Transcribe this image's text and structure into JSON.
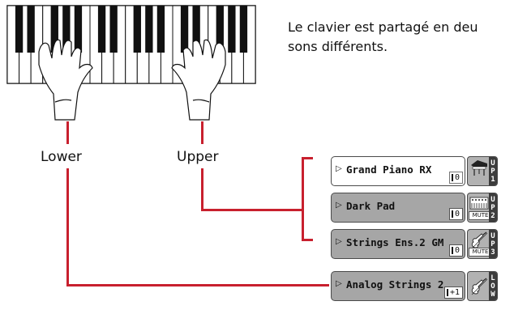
{
  "caption": {
    "line1": "Le clavier est partagé en deu",
    "line2": "sons différents."
  },
  "labels": {
    "lower": "Lower",
    "upper": "Upper"
  },
  "colors": {
    "connector": "#c8202e",
    "track_selected": "#ffffff",
    "track_normal": "#a6a6a6",
    "track_label_bg": "#3c3c3c"
  },
  "tracks": [
    {
      "name": "Grand Piano RX",
      "octave": "0",
      "state": "selected",
      "icon": "grand-piano-icon",
      "muted": false,
      "label": [
        "U",
        "P",
        "1"
      ]
    },
    {
      "name": "Dark Pad",
      "octave": "0",
      "state": "normal",
      "icon": "pad-module-icon",
      "muted": true,
      "mute_label": "MUTE",
      "label": [
        "U",
        "P",
        "2"
      ]
    },
    {
      "name": "Strings Ens.2 GM",
      "octave": "0",
      "state": "normal",
      "icon": "violin-icon",
      "muted": true,
      "mute_label": "MUTE",
      "label": [
        "U",
        "P",
        "3"
      ]
    },
    {
      "name": "Analog Strings 2",
      "octave": "+1",
      "state": "normal",
      "icon": "violin-icon",
      "muted": false,
      "label": [
        "L",
        "O",
        "W"
      ]
    }
  ]
}
